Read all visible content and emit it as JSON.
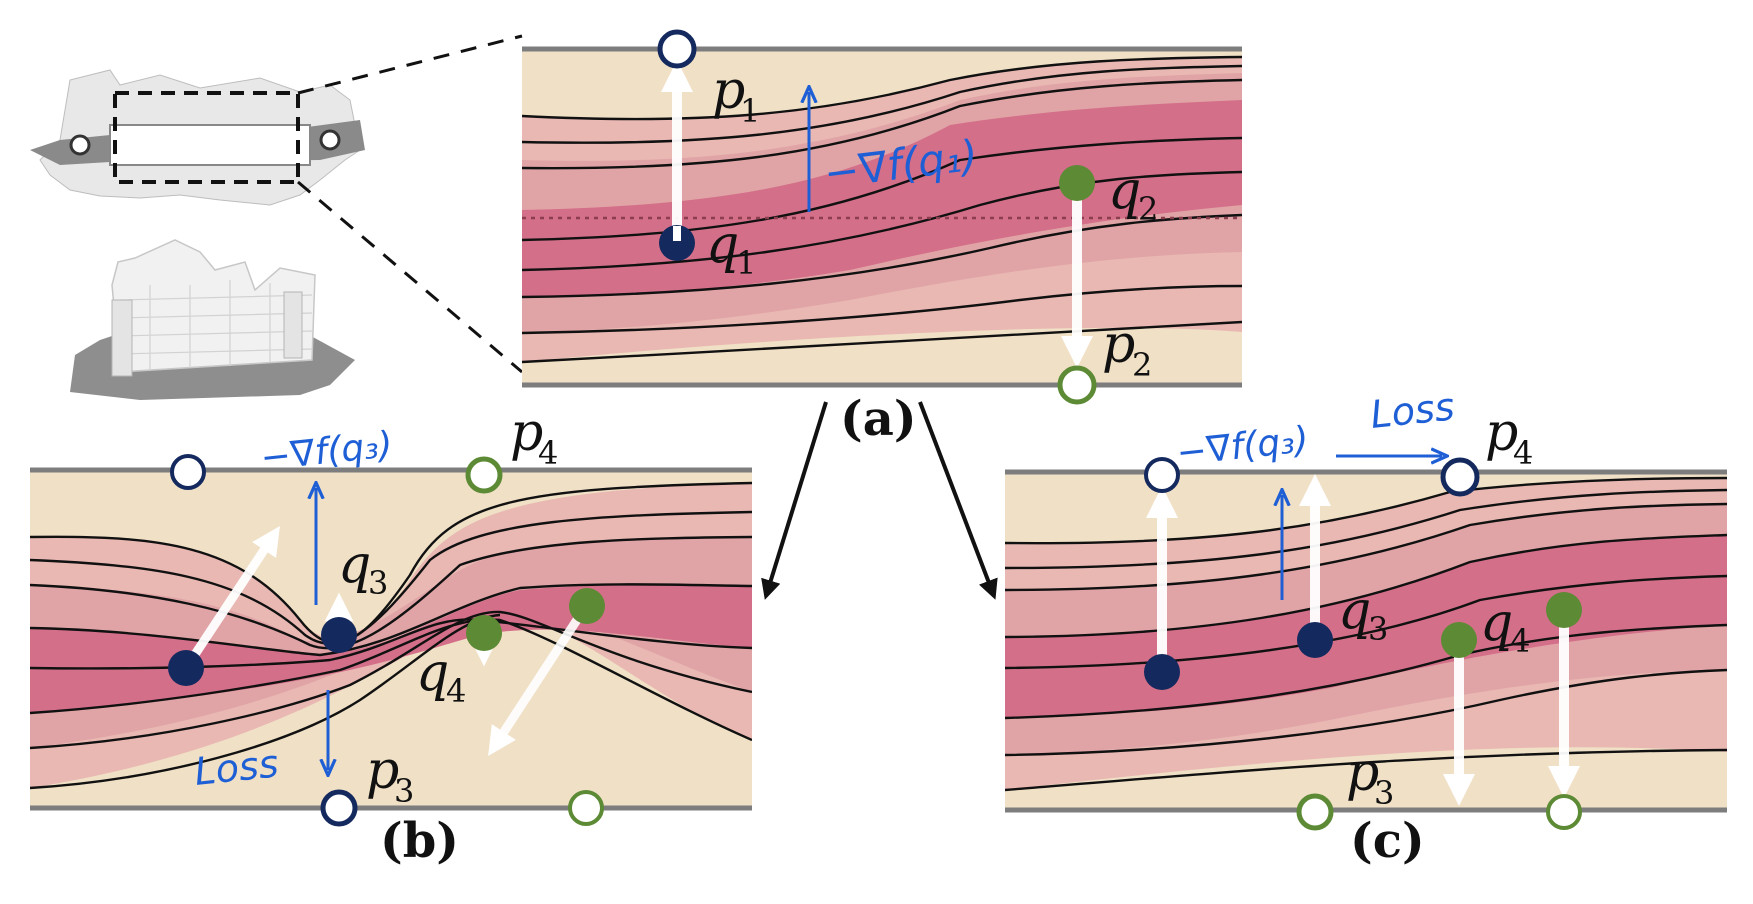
{
  "figure": {
    "panels": [
      {
        "id": "a",
        "caption": "(a)"
      },
      {
        "id": "b",
        "caption": "(b)"
      },
      {
        "id": "c",
        "caption": "(c)"
      }
    ],
    "labels": {
      "p1": {
        "base": "p",
        "sub": "1"
      },
      "q1": {
        "base": "q",
        "sub": "1"
      },
      "q2": {
        "base": "q",
        "sub": "2"
      },
      "p2": {
        "base": "p",
        "sub": "2"
      },
      "p3": {
        "base": "p",
        "sub": "3"
      },
      "p4": {
        "base": "p",
        "sub": "4"
      },
      "q3": {
        "base": "q",
        "sub": "3"
      },
      "q4": {
        "base": "q",
        "sub": "4"
      }
    },
    "annotations": {
      "grad_a": "−∇f(q₁)",
      "grad_b": "−∇f(q₃)",
      "grad_c": "−∇f(q₃)",
      "loss": "Loss"
    },
    "colors": {
      "outer_band": "#f0e0c6",
      "band_light": "#e9b8b3",
      "band_mid": "#e0a4a6",
      "band_deep": "#d46f89",
      "border": "#7d7d7d",
      "navy_point": "#14295e",
      "green_point": "#5c8a35",
      "annotation_blue": "#1f5fd6"
    }
  }
}
